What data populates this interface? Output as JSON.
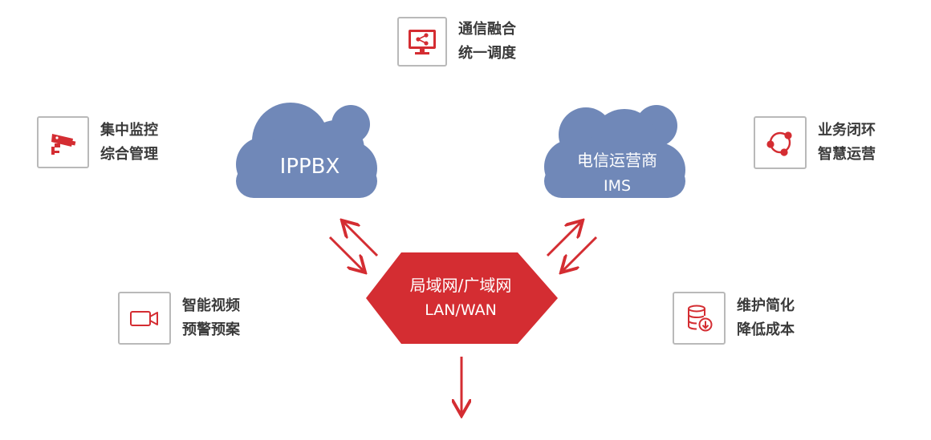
{
  "features": [
    {
      "id": "comm",
      "line1": "通信融合",
      "line2": "统一调度",
      "icon": "monitor-share-icon"
    },
    {
      "id": "monitor",
      "line1": "集中监控",
      "line2": "综合管理",
      "icon": "cctv-camera-icon"
    },
    {
      "id": "loop",
      "line1": "业务闭环",
      "line2": "智慧运营",
      "icon": "cycle-nodes-icon"
    },
    {
      "id": "video",
      "line1": "智能视频",
      "line2": "预警预案",
      "icon": "video-camera-icon"
    },
    {
      "id": "maint",
      "line1": "维护简化",
      "line2": "降低成本",
      "icon": "database-download-icon"
    }
  ],
  "nodes": {
    "ippbx": {
      "label": "IPPBX"
    },
    "ims": {
      "label_line1": "电信运营商",
      "label_line2": "IMS"
    },
    "network": {
      "label_line1": "局域网/广域网",
      "label_line2": "LAN/WAN"
    }
  },
  "colors": {
    "accent_red": "#d42d32",
    "cloud_blue": "#7088b8",
    "icon_border": "#b9b9b9",
    "text_dark": "#3a3a3a"
  }
}
